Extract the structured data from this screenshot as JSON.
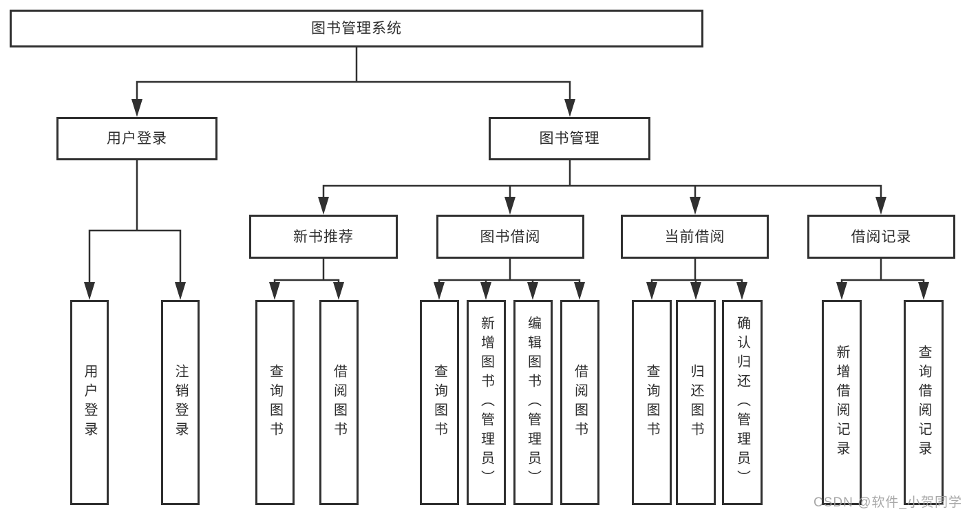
{
  "page": {
    "background": "#ffffff",
    "line_color": "#303030",
    "watermark": "CSDN @软件_小贺同学"
  },
  "root": {
    "label": "图书管理系统"
  },
  "branches": {
    "user_login": {
      "label": "用户登录",
      "children": [
        "用户登录",
        "注销登录"
      ]
    },
    "book_management": {
      "label": "图书管理",
      "children": {
        "new_book_recommend": {
          "label": "新书推荐",
          "children": [
            "查询图书",
            "借阅图书"
          ]
        },
        "book_borrowing": {
          "label": "图书借阅",
          "children": [
            "查询图书",
            "新增图书（管理员）",
            "编辑图书（管理员）",
            "借阅图书"
          ]
        },
        "current_borrowing": {
          "label": "当前借阅",
          "children": [
            "查询图书",
            "归还图书",
            "确认归还（管理员）"
          ]
        },
        "borrowing_records": {
          "label": "借阅记录",
          "children": [
            "新增借阅记录",
            "查询借阅记录"
          ]
        }
      }
    }
  }
}
